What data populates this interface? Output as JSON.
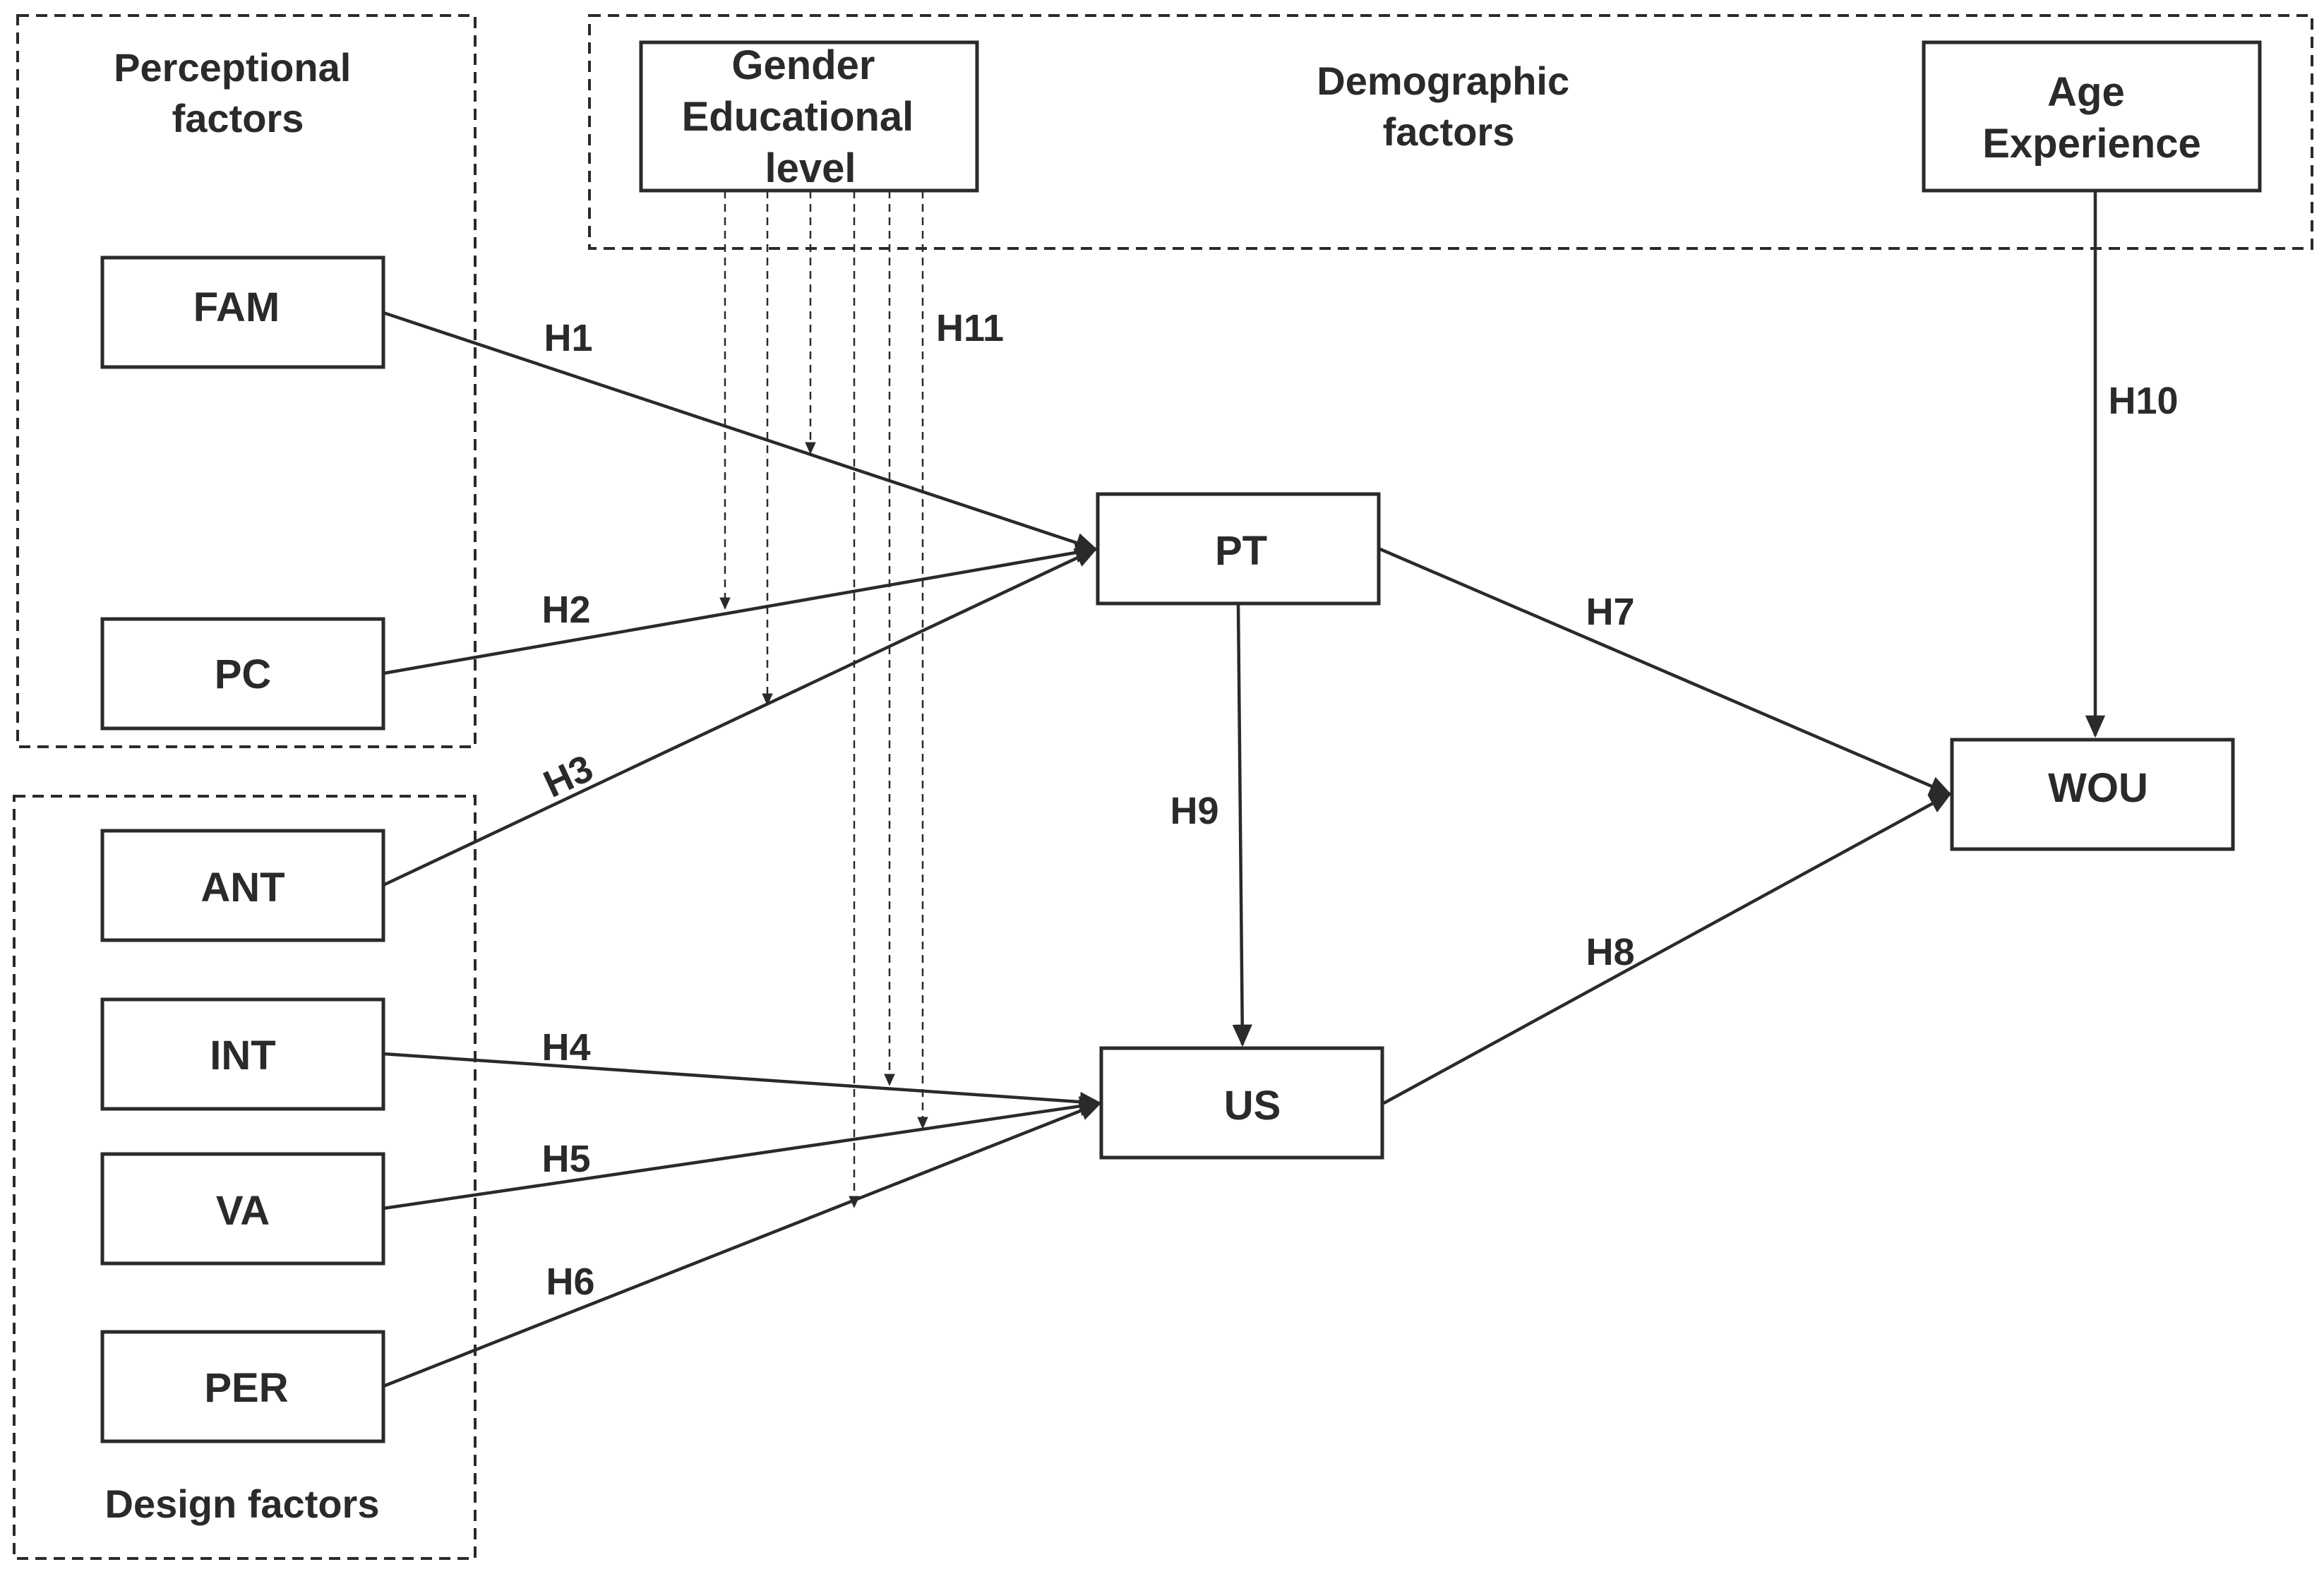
{
  "groups": {
    "perceptional": {
      "lines": [
        "Perceptional",
        "factors"
      ]
    },
    "demographic": {
      "lines": [
        "Demographic",
        "factors"
      ]
    },
    "design": {
      "lines": [
        "Design factors"
      ]
    }
  },
  "nodes": {
    "fam": {
      "lines": [
        "FAM"
      ]
    },
    "pc": {
      "lines": [
        "PC"
      ]
    },
    "ant": {
      "lines": [
        "ANT"
      ]
    },
    "int": {
      "lines": [
        "INT"
      ]
    },
    "va": {
      "lines": [
        "VA"
      ]
    },
    "per": {
      "lines": [
        "PER"
      ]
    },
    "pt": {
      "lines": [
        "PT"
      ]
    },
    "us": {
      "lines": [
        "US"
      ]
    },
    "wou": {
      "lines": [
        "WOU"
      ]
    },
    "gender_edu": {
      "lines": [
        "Gender",
        "Educational",
        "level"
      ]
    },
    "age_exp": {
      "lines": [
        "Age",
        "Experience"
      ]
    }
  },
  "hypotheses": {
    "h1": "H1",
    "h2": "H2",
    "h3": "H3",
    "h4": "H4",
    "h5": "H5",
    "h6": "H6",
    "h7": "H7",
    "h8": "H8",
    "h9": "H9",
    "h10": "H10",
    "h11": "H11"
  },
  "edges": [
    {
      "from": "fam",
      "to": "pt",
      "label": "h1",
      "style": "solid"
    },
    {
      "from": "pc",
      "to": "pt",
      "label": "h2",
      "style": "solid"
    },
    {
      "from": "ant",
      "to": "pt",
      "label": "h3",
      "style": "solid"
    },
    {
      "from": "int",
      "to": "us",
      "label": "h4",
      "style": "solid"
    },
    {
      "from": "va",
      "to": "us",
      "label": "h5",
      "style": "solid"
    },
    {
      "from": "per",
      "to": "us",
      "label": "h6",
      "style": "solid"
    },
    {
      "from": "pt",
      "to": "wou",
      "label": "h7",
      "style": "solid"
    },
    {
      "from": "us",
      "to": "wou",
      "label": "h8",
      "style": "solid"
    },
    {
      "from": "pt",
      "to": "us",
      "label": "h9",
      "style": "solid"
    },
    {
      "from": "age_exp",
      "to": "wou",
      "label": "h10",
      "style": "solid"
    },
    {
      "from": "gender_edu",
      "to": "h1-h6 paths",
      "label": "h11",
      "style": "dashed"
    }
  ]
}
